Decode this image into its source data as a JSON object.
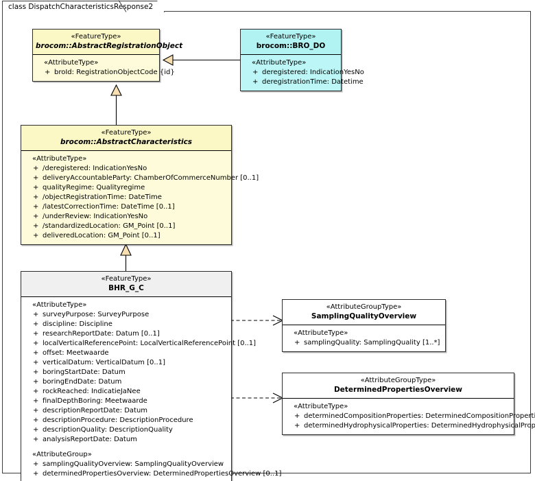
{
  "diagram": {
    "title": "class DispatchCharacteristicsResponse2",
    "kind": "uml-class-diagram",
    "colors": {
      "featuretype_fill": "#fdfbd5",
      "bro_do_fill": "#b8f4f4",
      "concrete_header_fill": "#f0f0f0",
      "attributegroup_fill": "#ffffff",
      "border": "#2b2b2b",
      "generalization_arrow_fill": "#f7dfb2"
    }
  },
  "classes": {
    "abstract_registration_object": {
      "stereotype": "«FeatureType»",
      "name": "brocom::AbstractRegistrationObject",
      "is_abstract": true,
      "sections": [
        {
          "group_label": "«AttributeType»",
          "attributes": [
            {
              "visibility": "+",
              "text": "broId: RegistrationObjectCode {id}"
            }
          ]
        }
      ]
    },
    "bro_do": {
      "stereotype": "«FeatureType»",
      "name": "brocom::BRO_DO",
      "is_abstract": false,
      "sections": [
        {
          "group_label": "«AttributeType»",
          "attributes": [
            {
              "visibility": "+",
              "text": "deregistered: IndicationYesNo"
            },
            {
              "visibility": "+",
              "text": "deregistrationTime: Datetime"
            }
          ]
        }
      ]
    },
    "abstract_characteristics": {
      "stereotype": "«FeatureType»",
      "name": "brocom::AbstractCharacteristics",
      "is_abstract": true,
      "sections": [
        {
          "group_label": "«AttributeType»",
          "attributes": [
            {
              "visibility": "+",
              "text": "/deregistered: IndicationYesNo"
            },
            {
              "visibility": "+",
              "text": "deliveryAccountableParty: ChamberOfCommerceNumber [0..1]"
            },
            {
              "visibility": "+",
              "text": "qualityRegime: Qualityregime"
            },
            {
              "visibility": "+",
              "text": "/objectRegistrationTime: DateTime"
            },
            {
              "visibility": "+",
              "text": "/latestCorrectionTime: DateTime [0..1]"
            },
            {
              "visibility": "+",
              "text": "/underReview: IndicationYesNo"
            },
            {
              "visibility": "+",
              "text": "/standardizedLocation: GM_Point [0..1]"
            },
            {
              "visibility": "+",
              "text": "deliveredLocation: GM_Point [0..1]"
            }
          ]
        }
      ]
    },
    "bhr_g_c": {
      "stereotype": "«FeatureType»",
      "name": "BHR_G_C",
      "is_abstract": false,
      "sections": [
        {
          "group_label": "«AttributeType»",
          "attributes": [
            {
              "visibility": "+",
              "text": "surveyPurpose: SurveyPurpose"
            },
            {
              "visibility": "+",
              "text": "discipline: Discipline"
            },
            {
              "visibility": "+",
              "text": "researchReportDate: Datum [0..1]"
            },
            {
              "visibility": "+",
              "text": "localVerticalReferencePoint: LocalVerticalReferencePoint [0..1]"
            },
            {
              "visibility": "+",
              "text": "offset: Meetwaarde"
            },
            {
              "visibility": "+",
              "text": "verticalDatum: VerticalDatum [0..1]"
            },
            {
              "visibility": "+",
              "text": "boringStartDate: Datum"
            },
            {
              "visibility": "+",
              "text": "boringEndDate: Datum"
            },
            {
              "visibility": "+",
              "text": "rockReached: IndicatieJaNee"
            },
            {
              "visibility": "+",
              "text": "finalDepthBoring: Meetwaarde"
            },
            {
              "visibility": "+",
              "text": "descriptionReportDate: Datum"
            },
            {
              "visibility": "+",
              "text": "descriptionProcedure: DescriptionProcedure"
            },
            {
              "visibility": "+",
              "text": "descriptionQuality: DescriptionQuality"
            },
            {
              "visibility": "+",
              "text": "analysisReportDate: Datum"
            }
          ]
        },
        {
          "group_label": "«AttributeGroup»",
          "attributes": [
            {
              "visibility": "+",
              "text": "samplingQualityOverview: SamplingQualityOverview"
            },
            {
              "visibility": "+",
              "text": "determinedPropertiesOverview: DeterminedPropertiesOverview [0..1]"
            }
          ]
        }
      ]
    },
    "sampling_quality_overview": {
      "stereotype": "«AttributeGroupType»",
      "name": "SamplingQualityOverview",
      "is_abstract": false,
      "sections": [
        {
          "group_label": "«AttributeType»",
          "attributes": [
            {
              "visibility": "+",
              "text": "samplingQuality: SamplingQuality [1..*]"
            }
          ]
        }
      ]
    },
    "determined_properties_overview": {
      "stereotype": "«AttributeGroupType»",
      "name": "DeterminedPropertiesOverview",
      "is_abstract": false,
      "sections": [
        {
          "group_label": "«AttributeType»",
          "attributes": [
            {
              "visibility": "+",
              "text": "determinedCompositionProperties: DeterminedCompositionProperties"
            },
            {
              "visibility": "+",
              "text": "determinedHydrophysicalProperties: DeterminedHydrophysicalProperties"
            }
          ]
        }
      ]
    }
  },
  "connectors": [
    {
      "id": "gen-brodo-aro",
      "type": "generalization",
      "from": "bro_do",
      "to": "abstract_registration_object"
    },
    {
      "id": "gen-absch-aro",
      "type": "generalization",
      "from": "abstract_characteristics",
      "to": "abstract_registration_object"
    },
    {
      "id": "gen-bhr-absch",
      "type": "generalization",
      "from": "bhr_g_c",
      "to": "abstract_characteristics"
    },
    {
      "id": "dep-bhr-sqo",
      "type": "dependency",
      "from": "bhr_g_c",
      "to": "sampling_quality_overview"
    },
    {
      "id": "dep-bhr-dpo",
      "type": "dependency",
      "from": "bhr_g_c",
      "to": "determined_properties_overview"
    }
  ]
}
